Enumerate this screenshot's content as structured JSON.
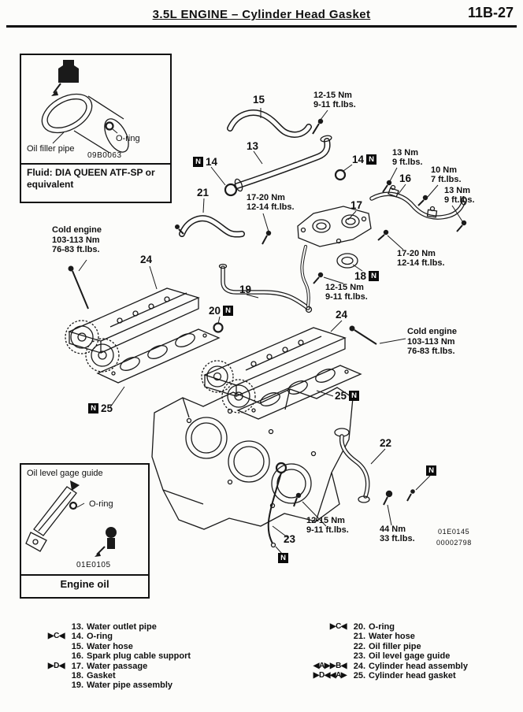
{
  "header": {
    "title": "3.5L ENGINE – Cylinder Head Gasket",
    "page_number": "11B-27"
  },
  "inset_oil_filler": {
    "pipe_label": "Oil filler pipe",
    "oring_label": "O-ring",
    "code": "09B0063",
    "fluid_note_line1": "Fluid: DIA QUEEN ATF-SP or",
    "fluid_note_line2": "equivalent"
  },
  "inset_gage_guide": {
    "title": "Oil level gage guide",
    "oring_label": "O-ring",
    "code": "01E0105",
    "caption": "Engine oil"
  },
  "diagram": {
    "n_symbol": "N",
    "callouts": {
      "c13": "13",
      "c14": "14",
      "c15": "15",
      "c16": "16",
      "c17": "17",
      "c18": "18",
      "c19": "19",
      "c20": "20",
      "c21": "21",
      "c22": "22",
      "c23": "23",
      "c24": "24",
      "c25": "25"
    },
    "torques": {
      "hose_top": {
        "l1": "12-15 Nm",
        "l2": "9-11 ft.lbs."
      },
      "outlet_right": {
        "l1": "13 Nm",
        "l2": "9 ft.lbs."
      },
      "support_upper": {
        "l1": "10 Nm",
        "l2": "7 ft.lbs."
      },
      "support_lower": {
        "l1": "13 Nm",
        "l2": "9 ft.lbs."
      },
      "passage_left": {
        "l1": "17-20 Nm",
        "l2": "12-14 ft.lbs."
      },
      "passage_right": {
        "l1": "17-20 Nm",
        "l2": "12-14 ft.lbs."
      },
      "pipe_assy": {
        "l1": "12-15 Nm",
        "l2": "9-11 ft.lbs."
      },
      "gage_guide": {
        "l1": "12-15 Nm",
        "l2": "9-11 ft.lbs."
      },
      "filler_bolt": {
        "l1": "44 Nm",
        "l2": "33 ft.lbs."
      }
    },
    "cold_engine_left": {
      "l1": "Cold engine",
      "l2": "103-113 Nm",
      "l3": "76-83 ft.lbs."
    },
    "cold_engine_right": {
      "l1": "Cold engine",
      "l2": "103-113 Nm",
      "l3": "76-83 ft.lbs."
    },
    "codes": {
      "code1": "01E0145",
      "code2": "00002798"
    }
  },
  "parts": {
    "left": [
      {
        "m": "",
        "num": "13.",
        "label": "Water outlet pipe"
      },
      {
        "m": "▶C◀",
        "num": "14.",
        "label": "O-ring"
      },
      {
        "m": "",
        "num": "15.",
        "label": "Water hose"
      },
      {
        "m": "",
        "num": "16.",
        "label": "Spark plug cable support"
      },
      {
        "m": "▶D◀",
        "num": "17.",
        "label": "Water passage"
      },
      {
        "m": "",
        "num": "18.",
        "label": "Gasket"
      },
      {
        "m": "",
        "num": "19.",
        "label": "Water pipe assembly"
      }
    ],
    "right": [
      {
        "m": "▶C◀",
        "num": "20.",
        "label": "O-ring"
      },
      {
        "m": "",
        "num": "21.",
        "label": "Water hose"
      },
      {
        "m": "",
        "num": "22.",
        "label": "Oil filler pipe"
      },
      {
        "m": "",
        "num": "23.",
        "label": "Oil level gage guide"
      },
      {
        "m": "◀A▶▶B◀",
        "num": "24.",
        "label": "Cylinder head assembly"
      },
      {
        "m": "▶D◀◀A▶",
        "num": "25.",
        "label": "Cylinder head gasket"
      }
    ]
  }
}
